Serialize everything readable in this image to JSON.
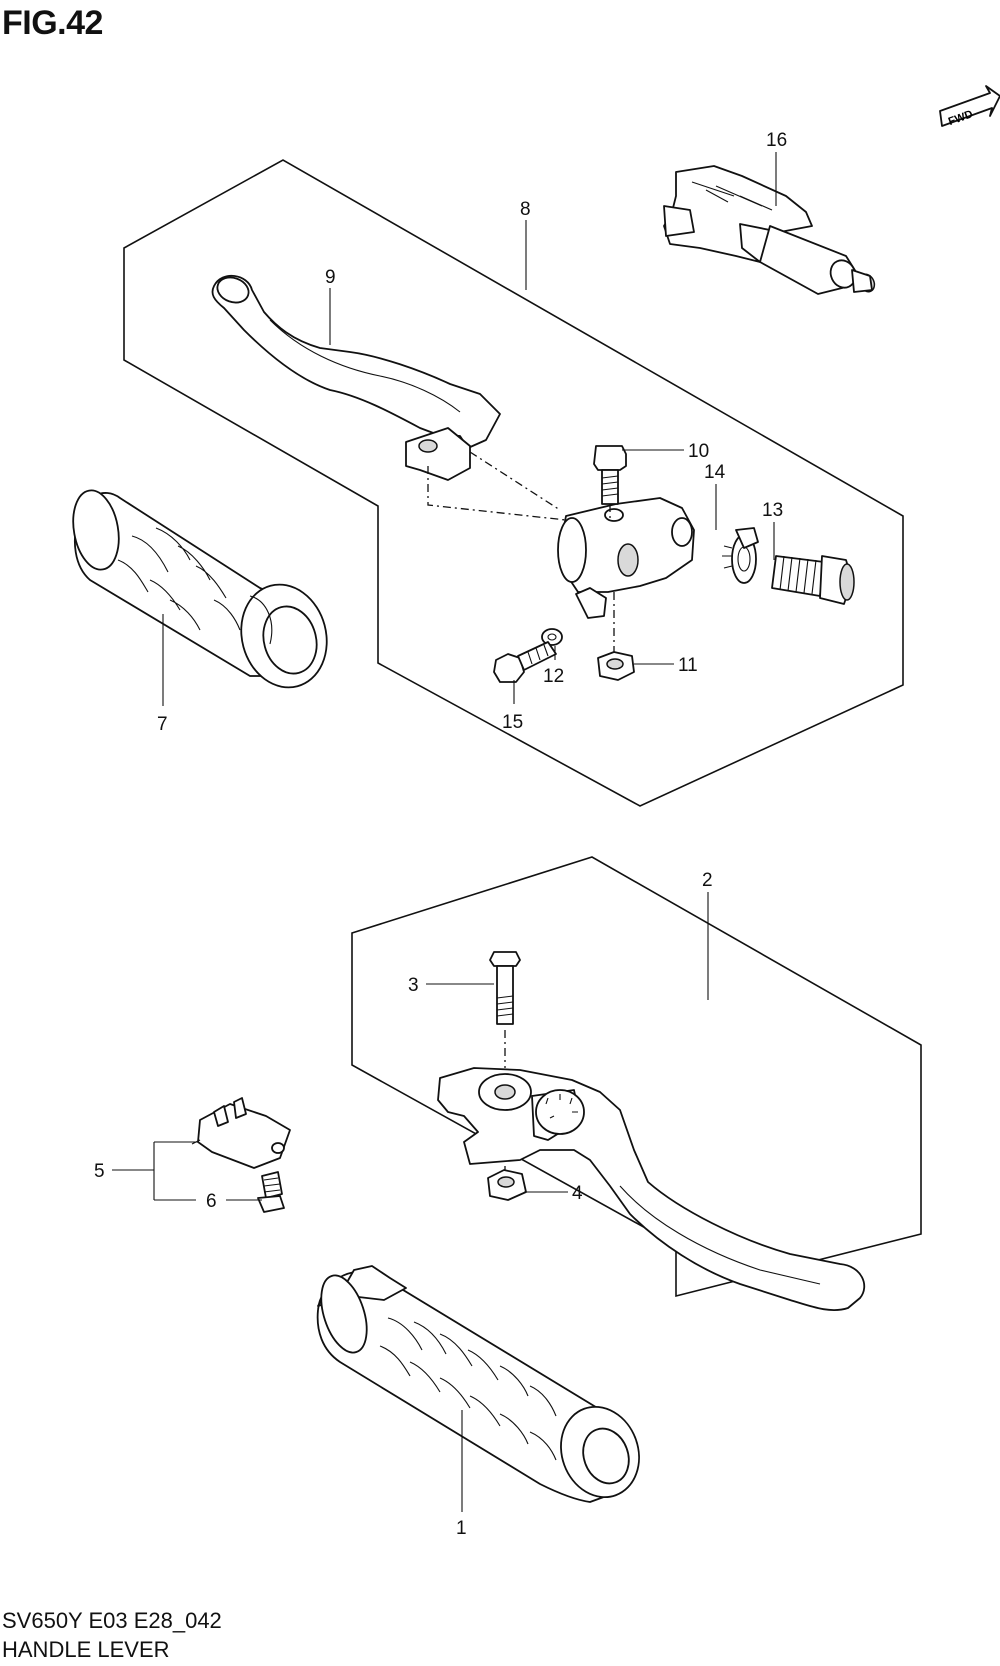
{
  "figure": {
    "title": "FIG.42"
  },
  "fwd_badge": {
    "label": "FWD"
  },
  "callouts": {
    "c1": "1",
    "c2": "2",
    "c3": "3",
    "c4": "4",
    "c5": "5",
    "c6": "6",
    "c7": "7",
    "c8": "8",
    "c9": "9",
    "c10": "10",
    "c11": "11",
    "c12": "12",
    "c13": "13",
    "c14": "14",
    "c15": "15",
    "c16": "16"
  },
  "footer": {
    "code": "SV650Y E03 E28_042",
    "name": "HANDLE LEVER"
  }
}
